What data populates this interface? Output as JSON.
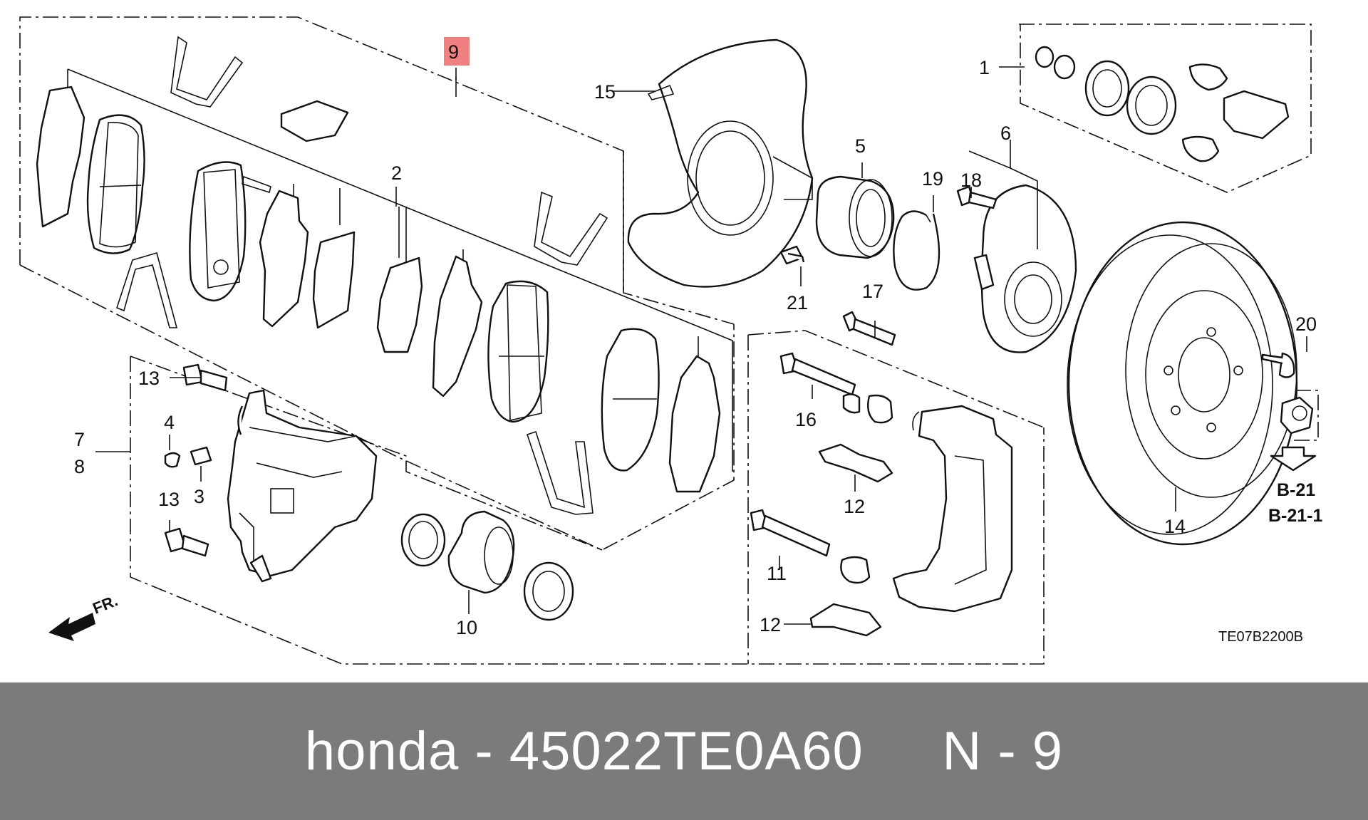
{
  "diagram": {
    "highlight_color": "#f07f7f",
    "callouts": {
      "c1": "1",
      "c2": "2",
      "c3": "3",
      "c4": "4",
      "c5": "5",
      "c6": "6",
      "c7": "7",
      "c8": "8",
      "c9": "9",
      "c10": "10",
      "c11": "11",
      "c12a": "12",
      "c12b": "12",
      "c13a": "13",
      "c13b": "13",
      "c14": "14",
      "c15": "15",
      "c16": "16",
      "c17": "17",
      "c18": "18",
      "c19": "19",
      "c20": "20",
      "c21": "21"
    },
    "refs": {
      "r1": "B-21",
      "r2": "B-21-1"
    },
    "front_label": "FR.",
    "code": "TE07B2200B"
  },
  "caption": {
    "brand": "honda",
    "separator": "-",
    "part_number": "45022TE0A60",
    "ref_prefix": "N - 9"
  }
}
